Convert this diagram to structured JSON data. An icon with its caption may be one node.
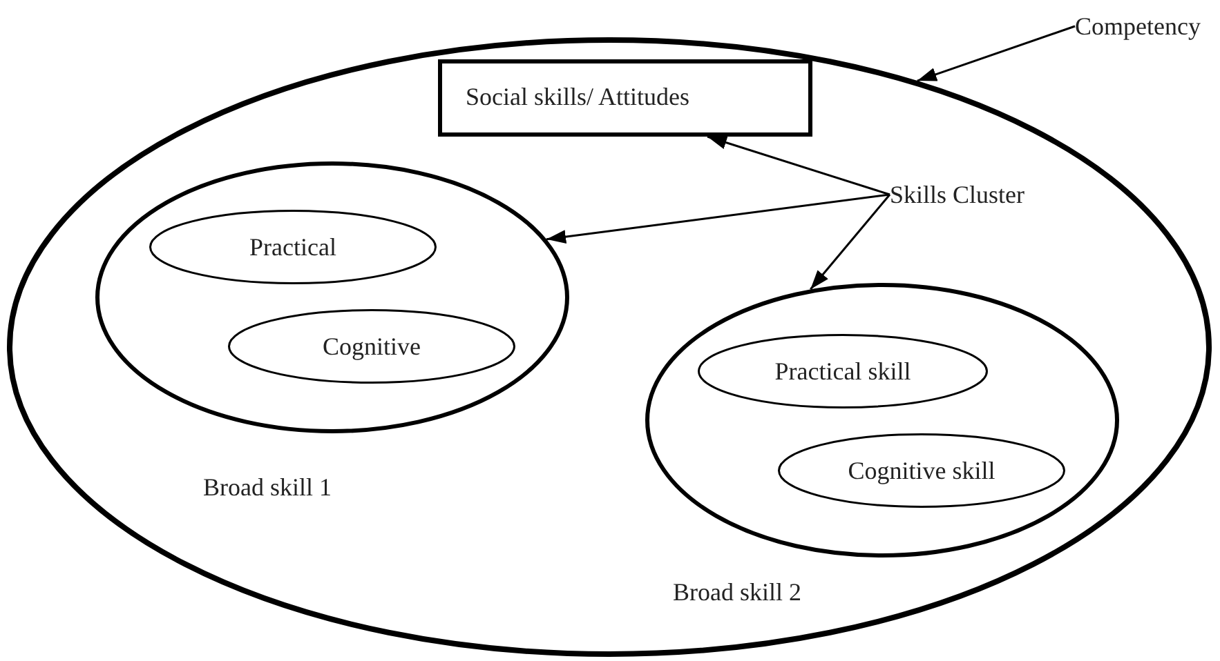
{
  "diagram": {
    "nodes": [
      {
        "text": [],
        "shape": "ellipse"
      },
      {
        "text": [
          "Competency"
        ]
      },
      {
        "text": [
          "Social skills/ Attitudes"
        ],
        "in": 0
      },
      {
        "text": [
          "Skills Cluster"
        ],
        "in": 0
      },
      {
        "text": [
          "Broad skill 1"
        ],
        "in": 0
      },
      {
        "text": [
          "Practical"
        ],
        "in": 4
      },
      {
        "text": [
          "Cognitive"
        ],
        "in": 4
      },
      {
        "text": [
          "Broad skill 2"
        ],
        "in": 0
      },
      {
        "text": [
          "Practical skill"
        ],
        "in": 7
      },
      {
        "text": [
          "Cognitive skill"
        ],
        "in": 7
      }
    ],
    "edges": [
      {
        "from": 1,
        "to": 0,
        "arrow": "to"
      },
      {
        "from": 3,
        "to": 2,
        "arrow": "to"
      },
      {
        "from": 3,
        "to": 4,
        "arrow": "to"
      },
      {
        "from": 3,
        "to": 7,
        "arrow": "to"
      }
    ]
  }
}
